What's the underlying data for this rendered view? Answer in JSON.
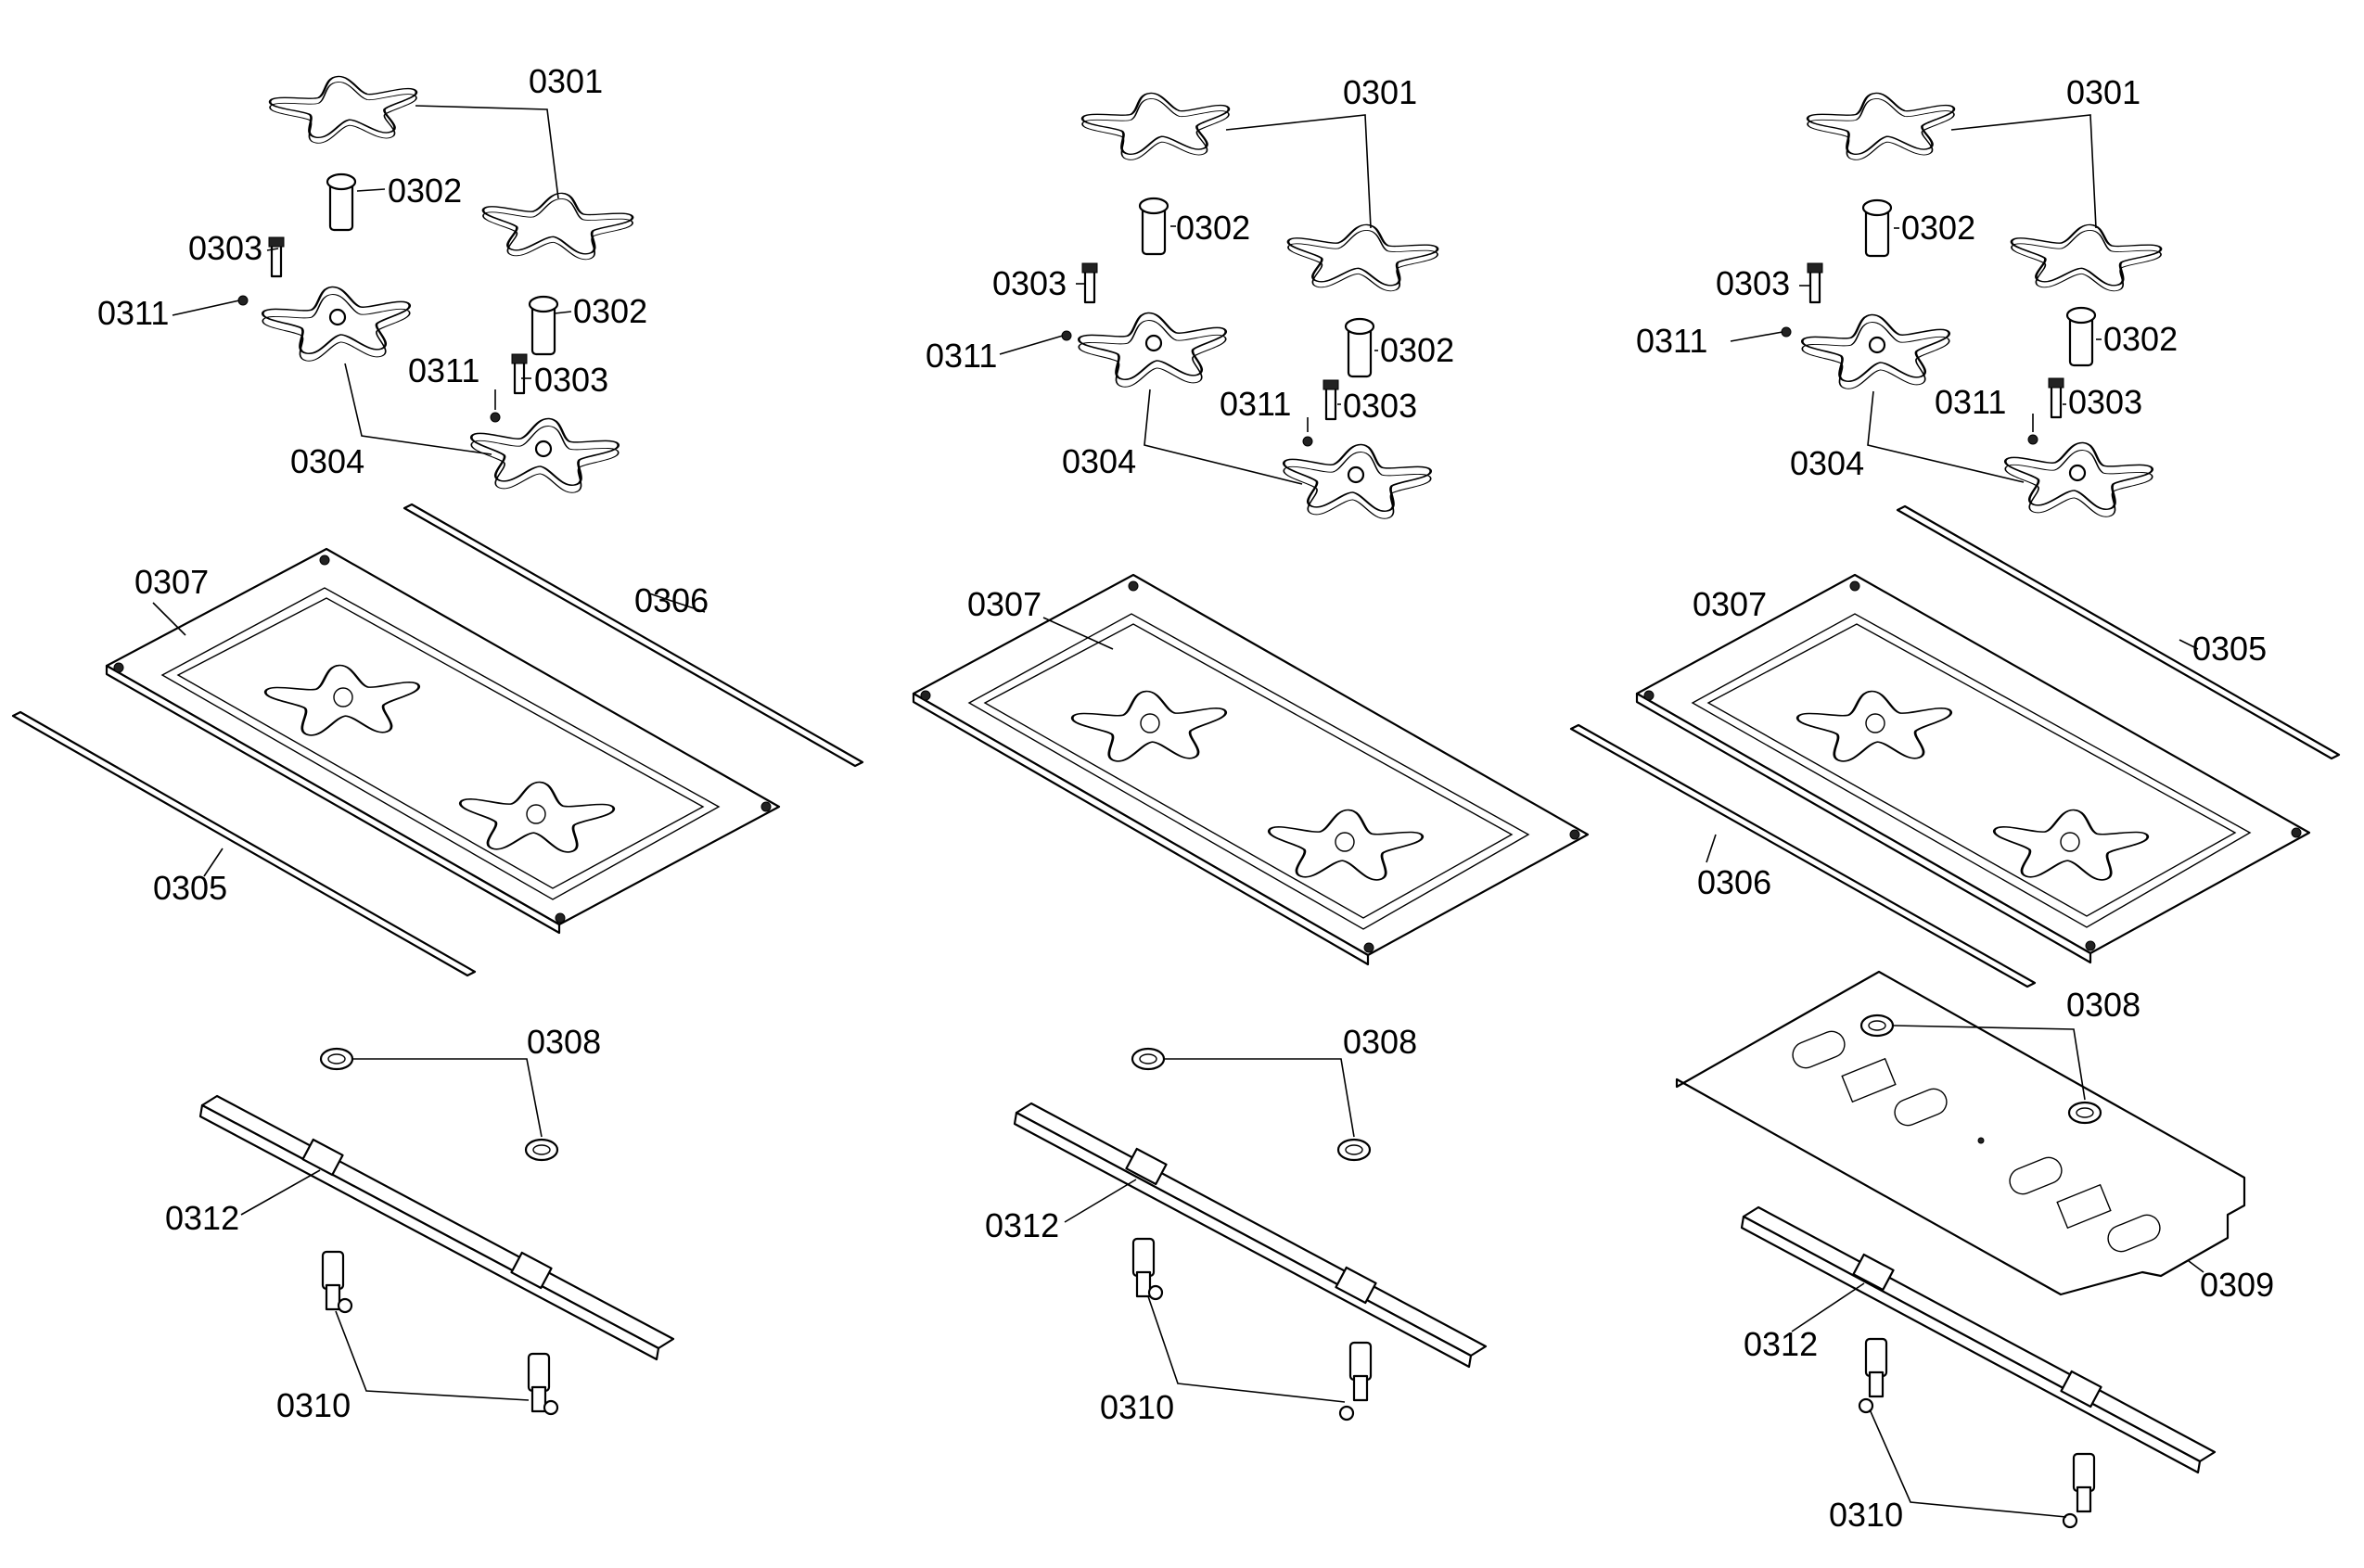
{
  "panels": [
    {
      "labels": {
        "cap": "0301",
        "sleeve_a": "0302",
        "sleeve_b": "0302",
        "injector_a": "0303",
        "injector_b": "0303",
        "burner": "0304",
        "strip_front": "0305",
        "strip_back": "0306",
        "tray": "0307",
        "ring": "0308",
        "valve": "0310",
        "clip_a": "0311",
        "clip_b": "0311",
        "rail": "0312"
      }
    },
    {
      "labels": {
        "cap": "0301",
        "sleeve_a": "0302",
        "sleeve_b": "0302",
        "injector_a": "0303",
        "injector_b": "0303",
        "burner": "0304",
        "tray": "0307",
        "ring": "0308",
        "valve": "0310",
        "clip_a": "0311",
        "clip_b": "0311",
        "rail": "0312"
      }
    },
    {
      "labels": {
        "cap": "0301",
        "sleeve_a": "0302",
        "sleeve_b": "0302",
        "injector_a": "0303",
        "injector_b": "0303",
        "burner": "0304",
        "strip_back": "0305",
        "strip_front": "0306",
        "tray": "0307",
        "ring": "0308",
        "plate": "0309",
        "valve": "0310",
        "clip_a": "0311",
        "clip_b": "0311",
        "rail": "0312"
      }
    }
  ]
}
